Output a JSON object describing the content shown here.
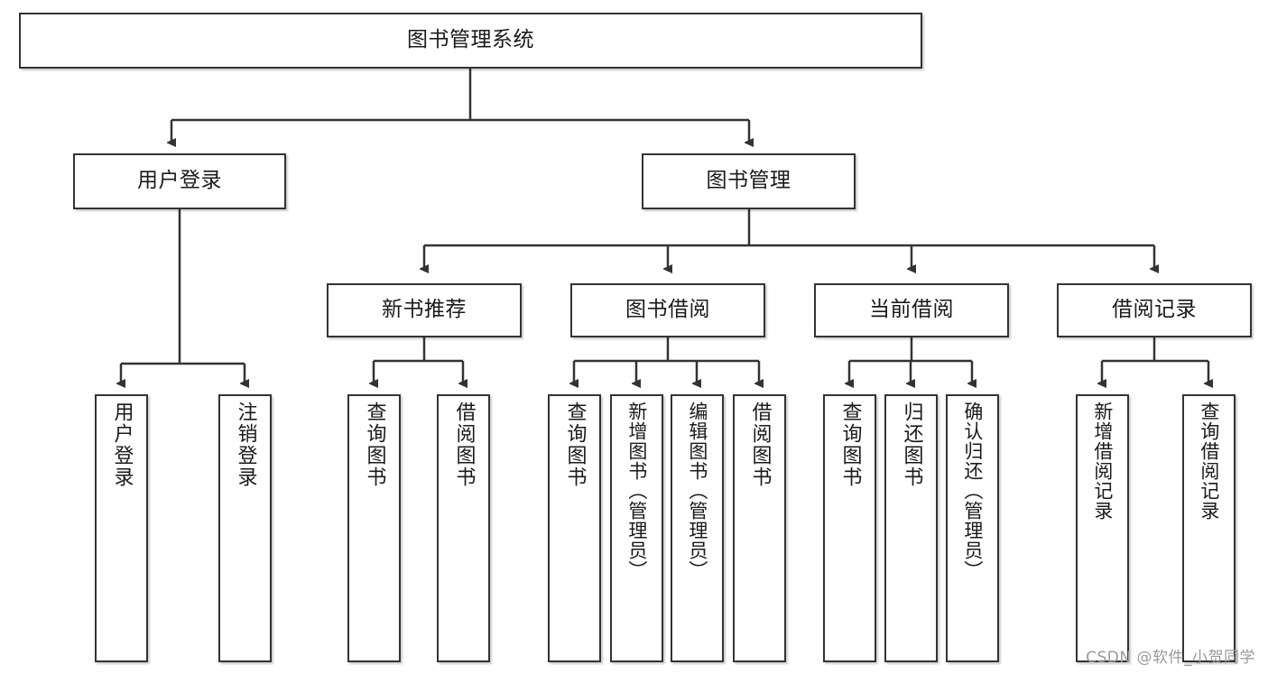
{
  "diagram": {
    "type": "tree-hierarchy-chart",
    "title": "图书管理系统",
    "watermark": "CSDN @软件_小贺同学",
    "colors": {
      "box_border": "#333333",
      "box_fill": "#ffffff",
      "connector": "#333333",
      "text": "#1a1a1a",
      "watermark": "#9a9a9a"
    },
    "root": {
      "id": "root",
      "label": "图书管理系统"
    },
    "level2": [
      {
        "id": "user-login",
        "label": "用户登录"
      },
      {
        "id": "book-management",
        "label": "图书管理"
      }
    ],
    "level3": [
      {
        "id": "new-book-recommend",
        "label": "新书推荐",
        "parent": "book-management"
      },
      {
        "id": "book-borrow",
        "label": "图书借阅",
        "parent": "book-management"
      },
      {
        "id": "current-borrow",
        "label": "当前借阅",
        "parent": "book-management"
      },
      {
        "id": "borrow-record",
        "label": "借阅记录",
        "parent": "book-management"
      }
    ],
    "leaves": [
      {
        "id": "leaf-user-login",
        "label": "用户登录",
        "parent": "user-login"
      },
      {
        "id": "leaf-logout-login",
        "label": "注销登录",
        "parent": "user-login"
      },
      {
        "id": "leaf-query-book-1",
        "label": "查询图书",
        "parent": "new-book-recommend"
      },
      {
        "id": "leaf-borrow-book-1",
        "label": "借阅图书",
        "parent": "new-book-recommend"
      },
      {
        "id": "leaf-query-book-2",
        "label": "查询图书",
        "parent": "book-borrow"
      },
      {
        "id": "leaf-add-book",
        "label": "新增图书（管理员）",
        "parent": "book-borrow"
      },
      {
        "id": "leaf-edit-book",
        "label": "编辑图书（管理员）",
        "parent": "book-borrow"
      },
      {
        "id": "leaf-borrow-book-2",
        "label": "借阅图书",
        "parent": "book-borrow"
      },
      {
        "id": "leaf-query-book-3",
        "label": "查询图书",
        "parent": "current-borrow"
      },
      {
        "id": "leaf-return-book",
        "label": "归还图书",
        "parent": "current-borrow"
      },
      {
        "id": "leaf-confirm-return",
        "label": "确认归还（管理员）",
        "parent": "current-borrow"
      },
      {
        "id": "leaf-add-record",
        "label": "新增借阅记录",
        "parent": "borrow-record"
      },
      {
        "id": "leaf-query-record",
        "label": "查询借阅记录",
        "parent": "borrow-record"
      }
    ]
  }
}
